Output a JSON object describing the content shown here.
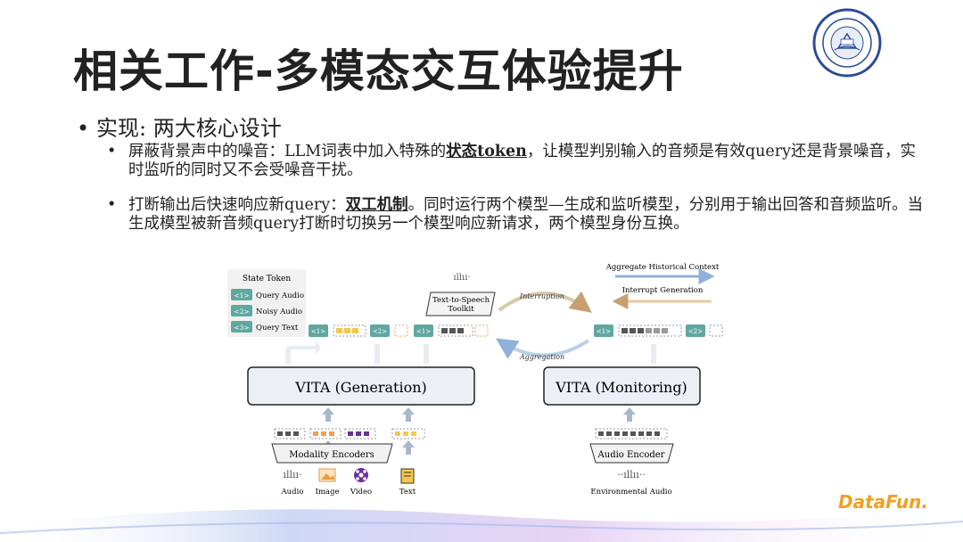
{
  "title": "相关工作-多模态交互体验提升",
  "bullet": "实现: 两大核心设计",
  "sub1": {
    "pre": "屏蔽背景声中的噪音：LLM词表中加入特殊的",
    "highlight": "状态token",
    "post": "，让模型判别输入的音频是有效query还是背景噪音，实时监听的同时又不会受噪音干扰。"
  },
  "sub2": {
    "pre": "打断输出后快速响应新query：",
    "highlight": "双工机制",
    "post": "。同时运行两个模型—生成和监听模型，分别用于输出回答和音频监听。当生成模型被新音频query打断时切换另一个模型响应新请求，两个模型身份互换。"
  },
  "diagram": {
    "state_token_title": "State Token",
    "tokens": [
      {
        "tag": "<1>",
        "label": "Query Audio"
      },
      {
        "tag": "<2>",
        "label": "Noisy Audio"
      },
      {
        "tag": "<3>",
        "label": "Query Text"
      }
    ],
    "tts": "Text-to-Speech Toolkit",
    "interruption": "Interruption",
    "aggregation": "Aggregation",
    "aggregate_ctx": "Aggregate Historical Context",
    "interrupt_gen": "Interrupt Generation",
    "gen_model": "VITA (Generation)",
    "mon_model": "VITA (Monitoring)",
    "modality_encoders": "Modality Encoders",
    "audio_encoder": "Audio Encoder",
    "inputs": [
      "Audio",
      "Image",
      "Video",
      "Text"
    ],
    "env_audio": "Environmental Audio",
    "colors": {
      "teal": "#5fa8a0",
      "yellow": "#f5c84a",
      "orange": "#f0a050",
      "purple": "#6b2fa0",
      "dark": "#444"
    }
  },
  "footer_logo": "DataFun."
}
